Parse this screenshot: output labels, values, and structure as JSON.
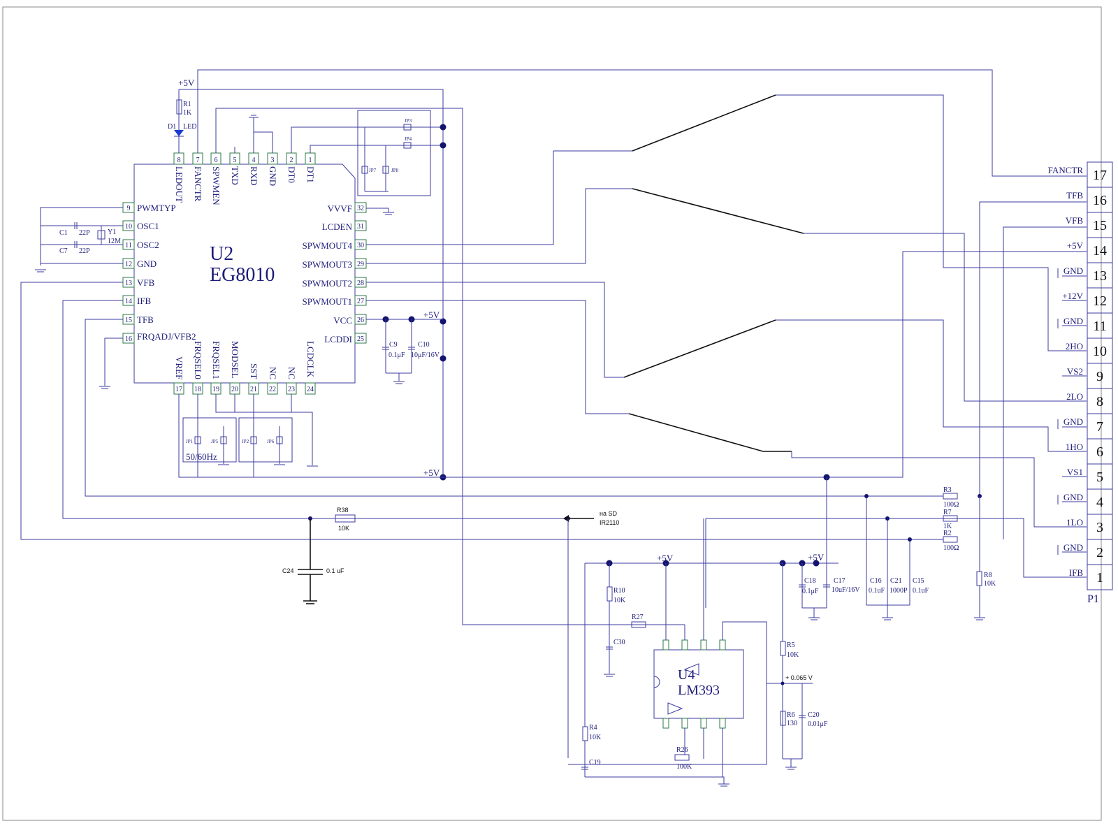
{
  "u2": {
    "ref": "U2",
    "part": "EG8010"
  },
  "u2_pins": {
    "top": [
      {
        "num": "8",
        "name": "LEDOUT"
      },
      {
        "num": "7",
        "name": "FANCTR"
      },
      {
        "num": "6",
        "name": "SPWMEN"
      },
      {
        "num": "5",
        "name": "TXD"
      },
      {
        "num": "4",
        "name": "RXD"
      },
      {
        "num": "3",
        "name": "GND"
      },
      {
        "num": "2",
        "name": "DT0"
      },
      {
        "num": "1",
        "name": "DT1"
      }
    ],
    "left": [
      {
        "num": "9",
        "name": "PWMTYP"
      },
      {
        "num": "10",
        "name": "OSC1"
      },
      {
        "num": "11",
        "name": "OSC2"
      },
      {
        "num": "12",
        "name": "GND"
      },
      {
        "num": "13",
        "name": "VFB"
      },
      {
        "num": "14",
        "name": "IFB"
      },
      {
        "num": "15",
        "name": "TFB"
      },
      {
        "num": "16",
        "name": "FRQADJ/VFB2"
      }
    ],
    "right": [
      {
        "num": "32",
        "name": "VVVF"
      },
      {
        "num": "31",
        "name": "LCDEN"
      },
      {
        "num": "30",
        "name": "SPWMOUT4"
      },
      {
        "num": "29",
        "name": "SPWMOUT3"
      },
      {
        "num": "28",
        "name": "SPWMOUT2"
      },
      {
        "num": "27",
        "name": "SPWMOUT1"
      },
      {
        "num": "26",
        "name": "VCC"
      },
      {
        "num": "25",
        "name": "LCDDI"
      }
    ],
    "bottom": [
      {
        "num": "17",
        "name": "VREF"
      },
      {
        "num": "18",
        "name": "FRQSEL0"
      },
      {
        "num": "19",
        "name": "FRQSEL1"
      },
      {
        "num": "20",
        "name": "MODSEL"
      },
      {
        "num": "21",
        "name": "SST"
      },
      {
        "num": "22",
        "name": "NC"
      },
      {
        "num": "23",
        "name": "NC"
      },
      {
        "num": "24",
        "name": "LCDCLK"
      }
    ]
  },
  "p1": {
    "ref": "P1",
    "pins": [
      {
        "num": "17",
        "label": "FANCTR"
      },
      {
        "num": "16",
        "label": "TFB"
      },
      {
        "num": "15",
        "label": "VFB"
      },
      {
        "num": "14",
        "label": "+5V"
      },
      {
        "num": "13",
        "label": "GND"
      },
      {
        "num": "12",
        "label": "+12V"
      },
      {
        "num": "11",
        "label": "GND"
      },
      {
        "num": "10",
        "label": "2HO"
      },
      {
        "num": "9",
        "label": "VS2"
      },
      {
        "num": "8",
        "label": "2LO"
      },
      {
        "num": "7",
        "label": "GND"
      },
      {
        "num": "6",
        "label": "1HO"
      },
      {
        "num": "5",
        "label": "VS1"
      },
      {
        "num": "4",
        "label": "GND"
      },
      {
        "num": "3",
        "label": "1LO"
      },
      {
        "num": "2",
        "label": "GND"
      },
      {
        "num": "1",
        "label": "IFB"
      }
    ]
  },
  "u4": {
    "ref": "U4",
    "part": "LM393"
  },
  "components": {
    "r1": {
      "ref": "R1",
      "val": "1K"
    },
    "d1": {
      "ref": "D1",
      "val": "LED"
    },
    "c1": {
      "ref": "C1",
      "val": "22P"
    },
    "c7": {
      "ref": "C7",
      "val": "22P"
    },
    "y1": {
      "ref": "Y1",
      "val": "12M"
    },
    "c9": {
      "ref": "C9",
      "val": "0.1μF"
    },
    "c10": {
      "ref": "C10",
      "val": "10μF/16V"
    },
    "r38": {
      "ref": "R38",
      "val": "10K"
    },
    "c24": {
      "ref": "C24",
      "val": "0.1 uF"
    },
    "r3": {
      "ref": "R3",
      "val": "100Ω"
    },
    "r7": {
      "ref": "R7",
      "val": "1K"
    },
    "r2": {
      "ref": "R2",
      "val": "100Ω"
    },
    "r8": {
      "ref": "R8",
      "val": "10K"
    },
    "r10": {
      "ref": "R10",
      "val": "10K"
    },
    "r27": {
      "ref": "R27",
      "val": ""
    },
    "c30": {
      "ref": "C30",
      "val": ""
    },
    "r4": {
      "ref": "R4",
      "val": "10K"
    },
    "c19": {
      "ref": "C19",
      "val": ""
    },
    "r26": {
      "ref": "R26",
      "val": "100K"
    },
    "c18": {
      "ref": "C18",
      "val": "0.1μF"
    },
    "c17": {
      "ref": "C17",
      "val": "10uF/16V"
    },
    "c16": {
      "ref": "C16",
      "val": "0.1uF"
    },
    "c21": {
      "ref": "C21",
      "val": "1000P"
    },
    "c15": {
      "ref": "C15",
      "val": "0.1uF"
    },
    "r5": {
      "ref": "R5",
      "val": "10K"
    },
    "r6": {
      "ref": "R6",
      "val": "130"
    },
    "c20": {
      "ref": "C20",
      "val": "0.01μF"
    }
  },
  "jumpers": {
    "jp1": "JP1",
    "jp2": "JP2",
    "jp3": "JP3",
    "jp4": "JP4",
    "jp5": "JP5",
    "jp6": "JP6",
    "jp7": "JP7",
    "jp8": "JP8"
  },
  "net_labels": {
    "vcc_top": "+5V",
    "vcc_u2": "+5V",
    "vcc_bottom": "+5V",
    "vcc_u4": "+5V",
    "vcc_c17": "+5V",
    "freq_select": "50/60Hz",
    "sd_note_1": "на SD",
    "sd_note_2": "IR2110",
    "vref_note": "+ 0.065 V"
  }
}
